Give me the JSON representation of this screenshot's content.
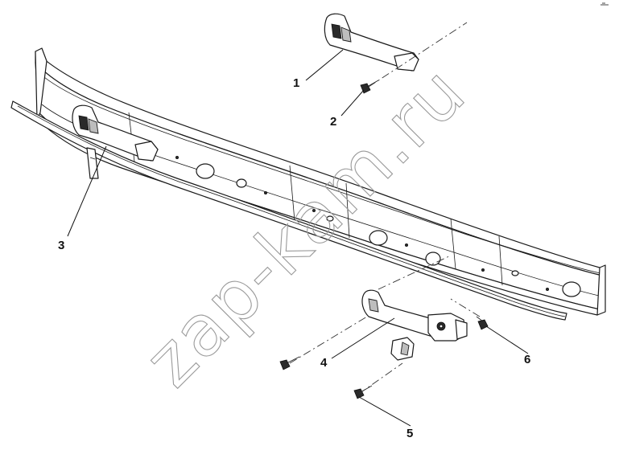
{
  "diagram": {
    "callouts": [
      {
        "id": "1",
        "label": "1"
      },
      {
        "id": "2",
        "label": "2"
      },
      {
        "id": "3",
        "label": "3"
      },
      {
        "id": "4",
        "label": "4"
      },
      {
        "id": "5",
        "label": "5"
      },
      {
        "id": "6",
        "label": "6"
      }
    ],
    "watermark": "zap-kam.ru",
    "colors": {
      "line": "#1a1a1a",
      "watermark": "#9a9a9a",
      "background": "#ffffff"
    }
  }
}
